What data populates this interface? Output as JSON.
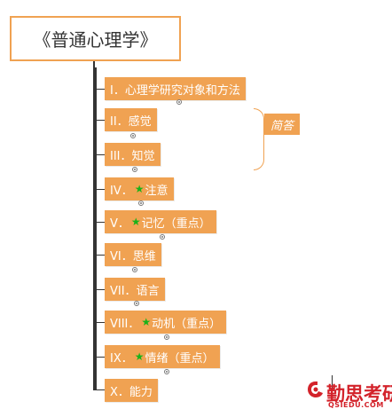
{
  "root": {
    "title": "《普通心理学》"
  },
  "nodes": [
    {
      "prefix": "I．",
      "star": false,
      "label": "心理学研究对象和方法"
    },
    {
      "prefix": "II．",
      "star": false,
      "label": "感觉"
    },
    {
      "prefix": "III．",
      "star": false,
      "label": "知觉"
    },
    {
      "prefix": "IV．",
      "star": true,
      "label": "注意"
    },
    {
      "prefix": "V．",
      "star": true,
      "label": "记忆（重点）"
    },
    {
      "prefix": "VI．",
      "star": false,
      "label": "思维"
    },
    {
      "prefix": "VII．",
      "star": false,
      "label": "语言"
    },
    {
      "prefix": "VIII．",
      "star": true,
      "label": "动机（重点）"
    },
    {
      "prefix": "IX．",
      "star": true,
      "label": "情绪（重点）"
    },
    {
      "prefix": "X．",
      "star": false,
      "label": "能力"
    }
  ],
  "group_label": "简答",
  "logo": {
    "name": "勤思考研",
    "sub": "QSIEDU.COM"
  },
  "colors": {
    "node": "#f0a252",
    "star": "#19b21a",
    "logo": "#d3222a"
  },
  "icons": {
    "star": "star-icon",
    "expand": "expand-icon"
  }
}
